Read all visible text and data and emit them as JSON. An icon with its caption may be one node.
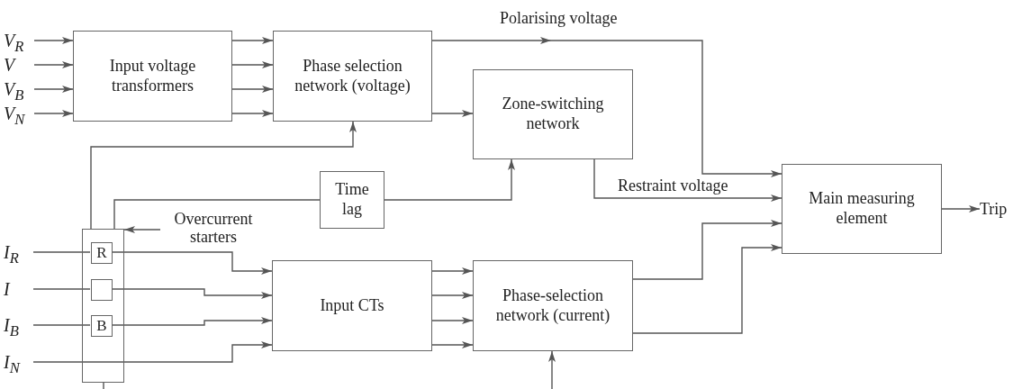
{
  "diagram": {
    "nodes": [
      {
        "text": [
          "V$_{R}$"
        ]
      },
      {
        "text": [
          "V"
        ]
      },
      {
        "text": [
          "V$_{B}$"
        ]
      },
      {
        "text": [
          "V$_{N}$"
        ]
      },
      {
        "text": [
          "Input voltage transformers"
        ]
      },
      {
        "text": [
          "Phase selection network (voltage)"
        ]
      },
      {
        "text": [
          "Zone-switching network"
        ]
      },
      {
        "text": [
          "Time lag"
        ]
      },
      {
        "text": [
          "Overcurrent starters"
        ]
      },
      {
        "text": [],
        "shape": "bar"
      },
      {
        "text": [
          "R"
        ],
        "in": 9
      },
      {
        "text": [],
        "shape": "box",
        "in": 9
      },
      {
        "text": [
          "B"
        ],
        "in": 9
      },
      {
        "text": [
          "I$_{R}$"
        ]
      },
      {
        "text": [
          "I"
        ]
      },
      {
        "text": [
          "I$_{B}$"
        ]
      },
      {
        "text": [
          "I$_{N}$"
        ]
      },
      {
        "text": [
          "Input CTs"
        ]
      },
      {
        "text": [
          "Phase-selection network (current)"
        ]
      },
      {
        "text": [
          "Main measuring element"
        ]
      },
      {
        "text": [
          "Trip"
        ]
      }
    ],
    "edges": [
      {
        "from": 0,
        "to": 4,
        "arrow": "to"
      },
      {
        "from": 1,
        "to": 4,
        "arrow": "to"
      },
      {
        "from": 2,
        "to": 4,
        "arrow": "to"
      },
      {
        "from": 3,
        "to": 4,
        "arrow": "to"
      },
      {
        "from": 4,
        "to": 5,
        "arrow": "to"
      },
      {
        "from": 4,
        "to": 5,
        "arrow": "to"
      },
      {
        "from": 4,
        "to": 5,
        "arrow": "to"
      },
      {
        "from": 4,
        "to": 5,
        "arrow": "to"
      },
      {
        "from": 5,
        "to": 19,
        "arrow": "to",
        "label": "Polarising voltage"
      },
      {
        "from": 5,
        "to": 6,
        "arrow": "to"
      },
      {
        "from": 6,
        "to": 19,
        "arrow": "to",
        "label": "Restraint voltage"
      },
      {
        "from": 9,
        "to": 5,
        "arrow": "to"
      },
      {
        "from": 9,
        "to": 7,
        "arrow": "none"
      },
      {
        "from": 7,
        "to": 6,
        "arrow": "to"
      },
      {
        "from": 8,
        "to": 9,
        "arrow": "to"
      },
      {
        "from": 13,
        "to": 10,
        "arrow": "none"
      },
      {
        "from": 10,
        "to": 17,
        "arrow": "to"
      },
      {
        "from": 14,
        "to": 11,
        "arrow": "none"
      },
      {
        "from": 11,
        "to": 17,
        "arrow": "to"
      },
      {
        "from": 15,
        "to": 12,
        "arrow": "none"
      },
      {
        "from": 12,
        "to": 17,
        "arrow": "to"
      },
      {
        "from": 16,
        "to": 17,
        "arrow": "to"
      },
      {
        "from": 17,
        "to": 18,
        "arrow": "to"
      },
      {
        "from": 17,
        "to": 18,
        "arrow": "to"
      },
      {
        "from": 17,
        "to": 18,
        "arrow": "to"
      },
      {
        "from": 17,
        "to": 18,
        "arrow": "to"
      },
      {
        "from": 18,
        "to": 19,
        "arrow": "to"
      },
      {
        "from": 18,
        "to": 19,
        "arrow": "to"
      },
      {
        "from": null,
        "to": 18,
        "arrow": "to"
      },
      {
        "from": 9,
        "to": null,
        "arrow": "none"
      },
      {
        "from": 19,
        "to": 20,
        "arrow": "to"
      }
    ]
  }
}
